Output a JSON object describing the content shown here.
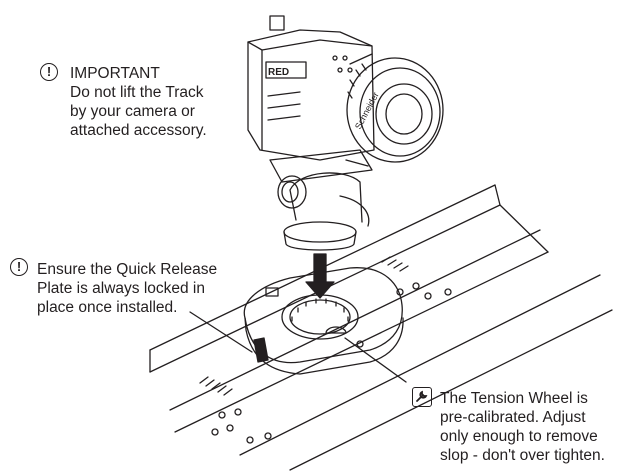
{
  "notes": {
    "important": {
      "icon": "exclamation-circle-icon",
      "title": "IMPORTANT",
      "lines": [
        "Do not lift the Track",
        "by your camera or",
        "attached accessory."
      ]
    },
    "quick_release": {
      "icon": "exclamation-circle-icon",
      "lines": [
        "Ensure the Quick Release",
        "Plate is always locked in",
        "place once installed."
      ]
    },
    "tension_wheel": {
      "icon": "wrench-icon",
      "lines": [
        "The Tension Wheel is",
        "pre-calibrated. Adjust",
        "only enough to remove",
        "slop - don't over tighten."
      ]
    }
  },
  "illustration": {
    "subject": "camera-on-slider-track-illustration",
    "lens_marking": "Schneider",
    "camera_marking": "RED"
  },
  "colors": {
    "ink": "#231f20",
    "background": "#ffffff"
  }
}
